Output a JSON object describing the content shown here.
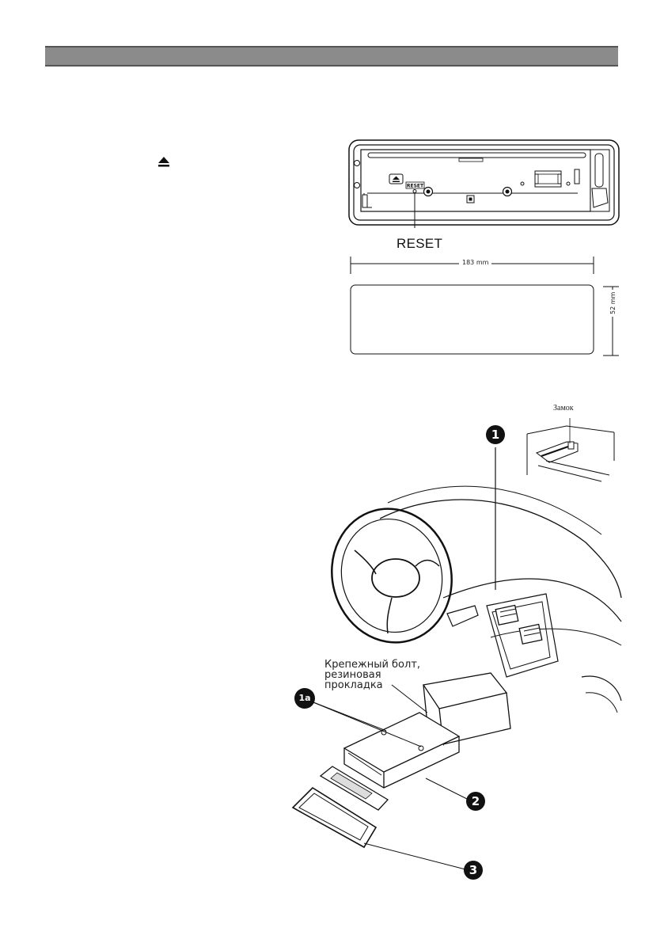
{
  "header": {
    "color": "#8b8b8b"
  },
  "front_panel": {
    "reset_button_label": "RESET",
    "reset_caption": "RESET"
  },
  "dimensions": {
    "width_label": "183 mm",
    "height_label": "52 mm"
  },
  "lock_inset": {
    "label": "Замок"
  },
  "install": {
    "mount_label_line1": "Крепежный болт,",
    "mount_label_line2": "резиновая",
    "mount_label_line3": "прокладка",
    "callouts": [
      "1",
      "1a",
      "2",
      "3"
    ]
  },
  "icons": [
    "eject-icon"
  ]
}
